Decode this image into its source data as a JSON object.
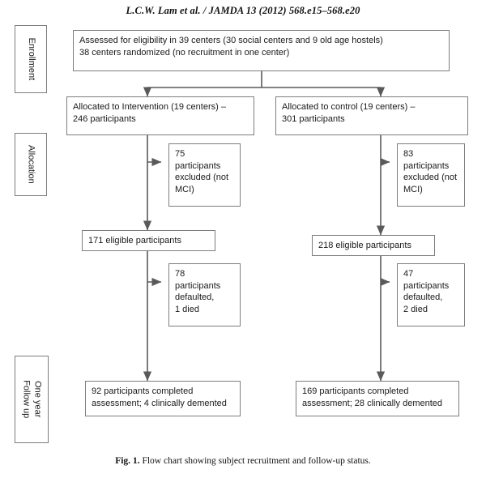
{
  "running_head": "L.C.W. Lam et al. / JAMDA 13 (2012) 568.e15–568.e20",
  "caption": {
    "label": "Fig. 1.",
    "text": "Flow chart showing subject recruitment and follow-up status."
  },
  "stages": [
    {
      "name": "enrollment",
      "label": "Enrollment"
    },
    {
      "name": "allocation",
      "label": "Allocation"
    },
    {
      "name": "one-year-follow-up",
      "label": "One year\nFollow up"
    }
  ],
  "nodes": {
    "enrollment": {
      "line1": "Assessed for eligibility in 39 centers (30 social centers and 9 old age hostels)",
      "line2": "38 centers randomized (no recruitment in one center)"
    },
    "allocated_intervention": {
      "line1": "Allocated to Intervention (19 centers) –",
      "line2": "246 participants"
    },
    "allocated_control": {
      "line1": "Allocated to control (19 centers) –",
      "line2": "301 participants"
    },
    "excluded_intervention": {
      "line1": "75",
      "line2": "participants",
      "line3": "excluded (not",
      "line4": "MCI)"
    },
    "excluded_control": {
      "line1": "83",
      "line2": "participants",
      "line3": "excluded (not",
      "line4": "MCI)"
    },
    "eligible_intervention": {
      "line1": "171 eligible participants"
    },
    "eligible_control": {
      "line1": "218 eligible participants"
    },
    "defaulted_intervention": {
      "line1": "78",
      "line2": "participants",
      "line3": "defaulted,",
      "line4": "1 died"
    },
    "defaulted_control": {
      "line1": "47",
      "line2": "participants",
      "line3": "defaulted,",
      "line4": "2 died"
    },
    "completed_intervention": {
      "line1": "92 participants completed",
      "line2": "assessment; 4 clinically demented"
    },
    "completed_control": {
      "line1": "169 participants completed",
      "line2": "assessment; 28 clinically demented"
    }
  },
  "colors": {
    "border": "#7d7d7d",
    "connector": "#5a5a5a",
    "text": "#1a1a1a",
    "background": "#ffffff"
  }
}
